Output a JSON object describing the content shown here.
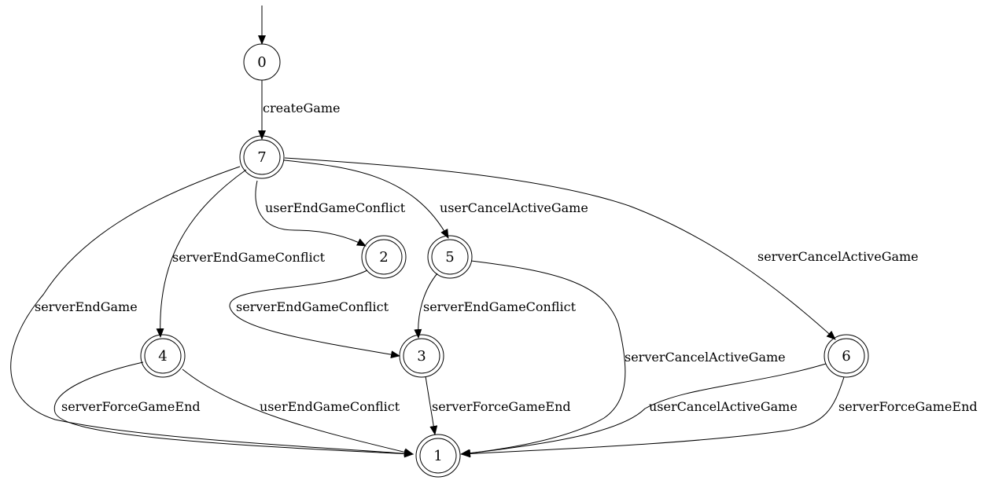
{
  "diagram": {
    "type": "state-machine",
    "initial_state": "0",
    "states": [
      {
        "id": "0",
        "label": "0",
        "accepting": false
      },
      {
        "id": "7",
        "label": "7",
        "accepting": true
      },
      {
        "id": "2",
        "label": "2",
        "accepting": true
      },
      {
        "id": "5",
        "label": "5",
        "accepting": true
      },
      {
        "id": "4",
        "label": "4",
        "accepting": true
      },
      {
        "id": "3",
        "label": "3",
        "accepting": true
      },
      {
        "id": "6",
        "label": "6",
        "accepting": true
      },
      {
        "id": "1",
        "label": "1",
        "accepting": true
      }
    ],
    "transitions": [
      {
        "from": "0",
        "to": "7",
        "label": "createGame"
      },
      {
        "from": "7",
        "to": "2",
        "label": "userEndGameConflict"
      },
      {
        "from": "7",
        "to": "5",
        "label": "userCancelActiveGame"
      },
      {
        "from": "7",
        "to": "4",
        "label": "serverEndGameConflict"
      },
      {
        "from": "7",
        "to": "6",
        "label": "serverCancelActiveGame"
      },
      {
        "from": "7",
        "to": "1",
        "label": "serverEndGame"
      },
      {
        "from": "2",
        "to": "3",
        "label": "serverEndGameConflict"
      },
      {
        "from": "5",
        "to": "3",
        "label": "serverEndGameConflict"
      },
      {
        "from": "5",
        "to": "1",
        "label": "serverCancelActiveGame"
      },
      {
        "from": "4",
        "to": "1",
        "label": "serverForceGameEnd"
      },
      {
        "from": "4",
        "to": "1",
        "label": "userEndGameConflict"
      },
      {
        "from": "3",
        "to": "1",
        "label": "serverForceGameEnd"
      },
      {
        "from": "6",
        "to": "1",
        "label": "userCancelActiveGame"
      },
      {
        "from": "6",
        "to": "1",
        "label": "serverForceGameEnd"
      }
    ]
  }
}
